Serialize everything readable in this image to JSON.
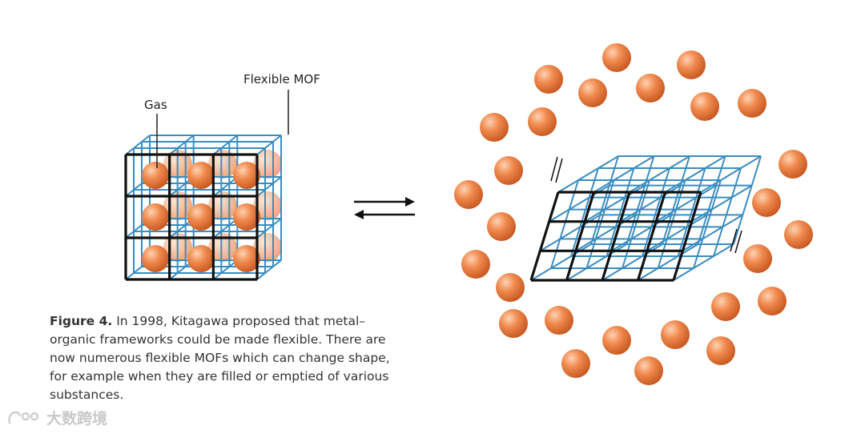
{
  "labels": {
    "gas": "Gas",
    "flexible_mof": "Flexible MOF"
  },
  "caption": {
    "label": "Figure 4.",
    "text": " In 1998, Kitagawa proposed that metal–organic frameworks could be made flexible. There are now numerous flexible MOFs which can change shape, for example when they are filled or emptied of various substances."
  },
  "watermark": {
    "text": "大数跨境"
  },
  "colors": {
    "frame_front": "#111111",
    "frame_back": "#3a8dc0",
    "sphere": "#e6753a",
    "sphere_highlight": "#ffd2b3",
    "sphere_back": "#f3b98c"
  },
  "icons": {
    "equilibrium": "equilibrium-arrows-icon",
    "watermark_logo": "brand-logo-icon"
  }
}
